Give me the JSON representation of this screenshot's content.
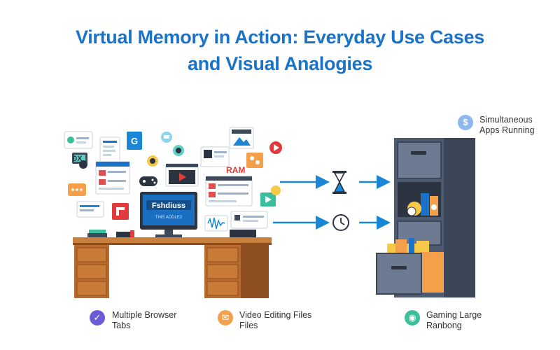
{
  "title": {
    "line1": "Virtual Memory in Action: Everyday Use Cases",
    "line2": "and Visual Analogies"
  },
  "monitor_text": {
    "line1": "Fshdiuss",
    "line2": "THIS ADDLE2"
  },
  "ram_label": "RAM",
  "icon_text": {
    "ox": "0X",
    "g": "G"
  },
  "top_right_label": {
    "line1": "Simultaneous",
    "line2": "Apps Running"
  },
  "bottom_labels": [
    {
      "line1": "Multiple Browser",
      "line2": "Tabs",
      "icon": "check-icon",
      "color": "#6b5bd6"
    },
    {
      "line1": "Video Editing Files",
      "line2": "Files",
      "icon": "envelope-icon",
      "color": "#f4a04a"
    },
    {
      "line1": "Gaming Large",
      "line2": "Ranbong",
      "icon": "gamepad-icon",
      "color": "#3bbf9a"
    }
  ],
  "colors": {
    "accent": "#1a73c8",
    "arrow": "#1a87d6",
    "cabinet": "#4d5a70",
    "desk": "#b86a2c"
  }
}
